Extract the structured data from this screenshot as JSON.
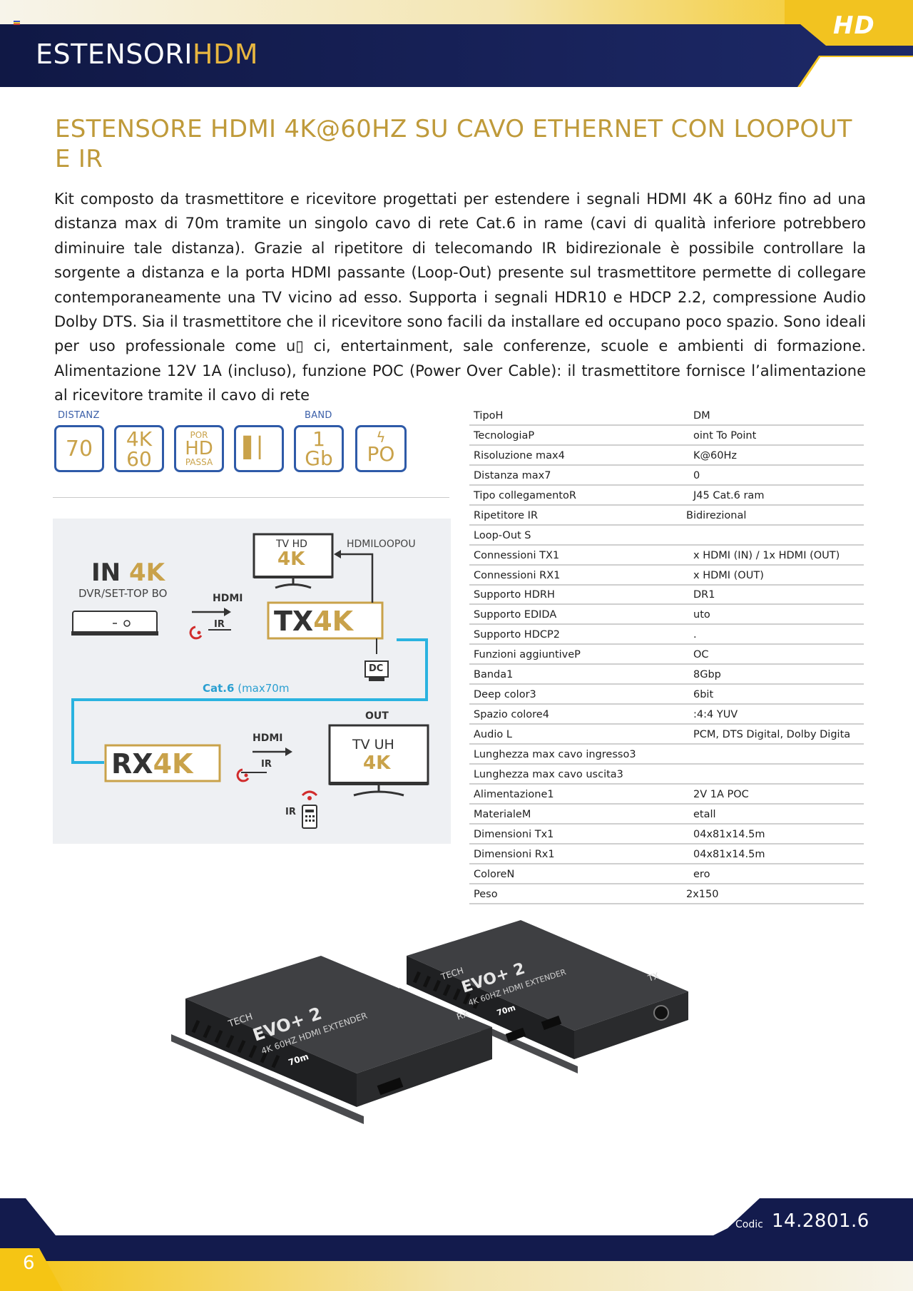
{
  "header": {
    "title_part1": "ESTENSORI",
    "title_part2": "HDM",
    "logo": "HD",
    "colors": {
      "navy": "#141c4f",
      "gold": "#f2c320"
    }
  },
  "product": {
    "title": "ESTENSORE HDMI 4K@60HZ SU CAVO ETHERNET CON LOOPOUT  E IR",
    "description": "Kit composto da trasmettitore e ricevitore progettati per estendere i segnali HDMI 4K a 60Hz fino ad una distanza max di 70m tramite un singolo cavo di rete Cat.6 in rame (cavi di qualità inferiore potrebbero diminuire tale distanza). Grazie al ripetitore di telecomando IR bidirezionale è possibile controllare la sorgente a distanza e la porta HDMI passante (Loop-Out)  presente sul trasmettitore permette di collegare contemporaneamente una TV vicino ad esso. Supporta i segnali HDR10 e HDCP 2.2, compressione Audio Dolby DTS. Sia il trasmettitore che il ricevitore sono facili da installare ed occupano poco spazio. Sono ideali per uso professionale come u▯ ci, entertainment, sale conferenze, scuole e  ambienti di  formazione. Alimentazione 12V 1A (incluso), funzione POC  (Power Over Cable): il trasmettitore fornisce l’alimentazione al ricevitore tramite il cavo di rete"
  },
  "features": {
    "caption_distance": "DISTANZ",
    "caption_band": "BAND",
    "icons": [
      {
        "icon": "distance-icon",
        "main": "70",
        "sub": ""
      },
      {
        "icon": "resolution-icon",
        "main": "4K",
        "main2": "60",
        "sub": ""
      },
      {
        "icon": "hdmi-loop-icon",
        "top": "POR",
        "main": "HD",
        "sub": "PASSA"
      },
      {
        "icon": "ir-remote-icon",
        "main": "▌▏",
        "sub": ""
      },
      {
        "icon": "bandwidth-icon",
        "main": "1",
        "main2": "Gb",
        "sub": ""
      },
      {
        "icon": "poc-icon",
        "top": "ϟ",
        "main": "PO",
        "sub": ""
      }
    ]
  },
  "diagram": {
    "in_label_a": "IN",
    "in_label_b": "4K",
    "in_sub": "DVR/SET-TOP BO",
    "hdmi_label": "HDMI",
    "ir_label": "IR",
    "tv_top_label": "TV HD",
    "tv_top_4k": "4K",
    "loopout_label": "HDMILOOPOU",
    "tx_label_a": "TX",
    "tx_label_b": "4K",
    "dc_label": "DC",
    "cable_label_a": "Cat.6",
    "cable_label_b": "(max70m",
    "rx_label_a": "RX",
    "rx_label_b": "4K",
    "out_label": "OUT",
    "hdmi_label_2": "HDMI",
    "ir_label_2": "IR",
    "tv_bottom_label": "TV UH",
    "tv_bottom_4k": "4K",
    "remote_ir_label": "IR"
  },
  "specs": [
    {
      "k": "TipoH",
      "v": "DM"
    },
    {
      "k": "TecnologiaP",
      "v": "oint To Point"
    },
    {
      "k": "Risoluzione max4",
      "v": "K@60Hz"
    },
    {
      "k": "Distanza max7",
      "v": "0"
    },
    {
      "k": "Tipo collegamentoR",
      "v": "J45  Cat.6 ram"
    },
    {
      "k": "Ripetitore IR",
      "v": "Bidirezional",
      "shift": true
    },
    {
      "k": "Loop-Out S",
      "v": ""
    },
    {
      "k": "Connessioni TX1",
      "v": "x HDMI (IN)  /  1x HDMI (OUT)"
    },
    {
      "k": "Connessioni RX1",
      "v": "x HDMI (OUT)"
    },
    {
      "k": "Supporto HDRH",
      "v": "DR1"
    },
    {
      "k": "Supporto EDIDA",
      "v": "uto"
    },
    {
      "k": "Supporto HDCP2",
      "v": "."
    },
    {
      "k": "Funzioni aggiuntiveP",
      "v": "OC"
    },
    {
      "k": "Banda1",
      "v": "8Gbp"
    },
    {
      "k": "Deep color3",
      "v": "6bit"
    },
    {
      "k": "Spazio colore4",
      "v": ":4:4 YUV"
    },
    {
      "k": "Audio L",
      "v": "PCM, DTS Digital, Dolby Digita"
    },
    {
      "k": "Lunghezza max cavo ingresso3",
      "v": ""
    },
    {
      "k": "Lunghezza max cavo uscita3",
      "v": ""
    },
    {
      "k": "Alimentazione1",
      "v": "2V 1A POC"
    },
    {
      "k": "MaterialeM",
      "v": " etall"
    },
    {
      "k": "Dimensioni Tx1",
      "v": "04x81x14.5m"
    },
    {
      "k": "Dimensioni Rx1",
      "v": "04x81x14.5m"
    },
    {
      "k": "ColoreN",
      "v": "ero"
    },
    {
      "k": "Peso",
      "v": "2x150",
      "shift": true
    }
  ],
  "photo": {
    "tx_brand": "TECH",
    "tx_model": "EVO+ 2",
    "tx_sub": "4K 60HZ HDMI EXTENDER",
    "tx_badge": "70m",
    "tx_tag": "TX",
    "rx_brand": "TECH",
    "rx_model": "EVO+ 2",
    "rx_sub": "4K 60HZ HDMI EXTENDER",
    "rx_badge": "70m",
    "rx_tag": "RX"
  },
  "footer": {
    "codice_label": "Codic",
    "codice_value": "14.2801.6",
    "page_number": "6"
  }
}
